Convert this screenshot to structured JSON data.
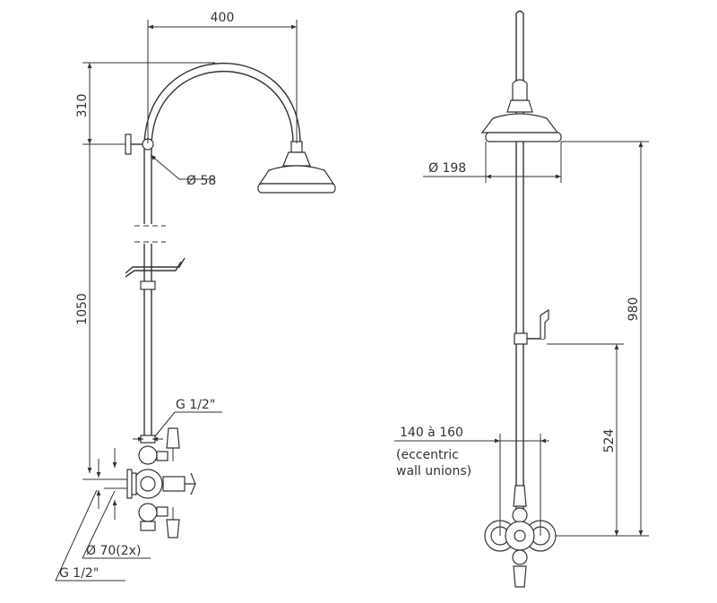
{
  "side_view": {
    "dim_width": "400",
    "dim_arm_height": "310",
    "dim_column_height": "1050",
    "dim_bracket_diameter": "Ø 58",
    "label_valve_inlet": "G 1/2\"",
    "dim_flange_diameter": "Ø 70(2x)",
    "label_wall_inlet": "G 1/2\""
  },
  "front_view": {
    "dim_head_diameter": "Ø 198",
    "dim_head_height": "980",
    "dim_holder_height": "524",
    "dim_union_spacing": "140 à 160",
    "note_line1": "(eccentric",
    "note_line2": "wall unions)"
  }
}
